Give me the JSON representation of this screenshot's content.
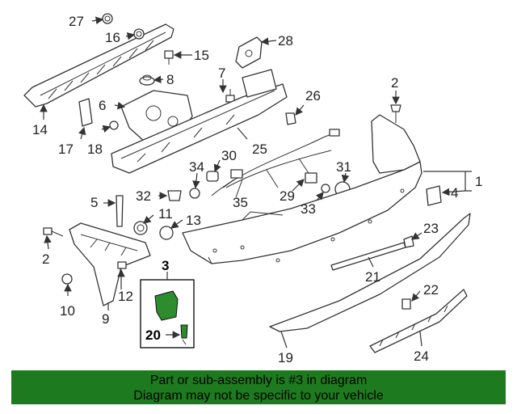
{
  "callouts": [
    "27",
    "16",
    "28",
    "15",
    "8",
    "7",
    "2",
    "6",
    "26",
    "14",
    "17",
    "18",
    "25",
    "30",
    "34",
    "31",
    "1",
    "32",
    "29",
    "4",
    "5",
    "35",
    "33",
    "11",
    "13",
    "23",
    "2",
    "3",
    "12",
    "21",
    "22",
    "10",
    "9",
    "20",
    "19",
    "24"
  ],
  "footer": {
    "line1": "Part or sub-assembly is #3 in diagram",
    "line2": "Diagram may not be specific to your vehicle"
  },
  "colors": {
    "footer_bg": "#1e7a1e",
    "highlight_part": "#2e8b2e",
    "line": "#333333"
  }
}
